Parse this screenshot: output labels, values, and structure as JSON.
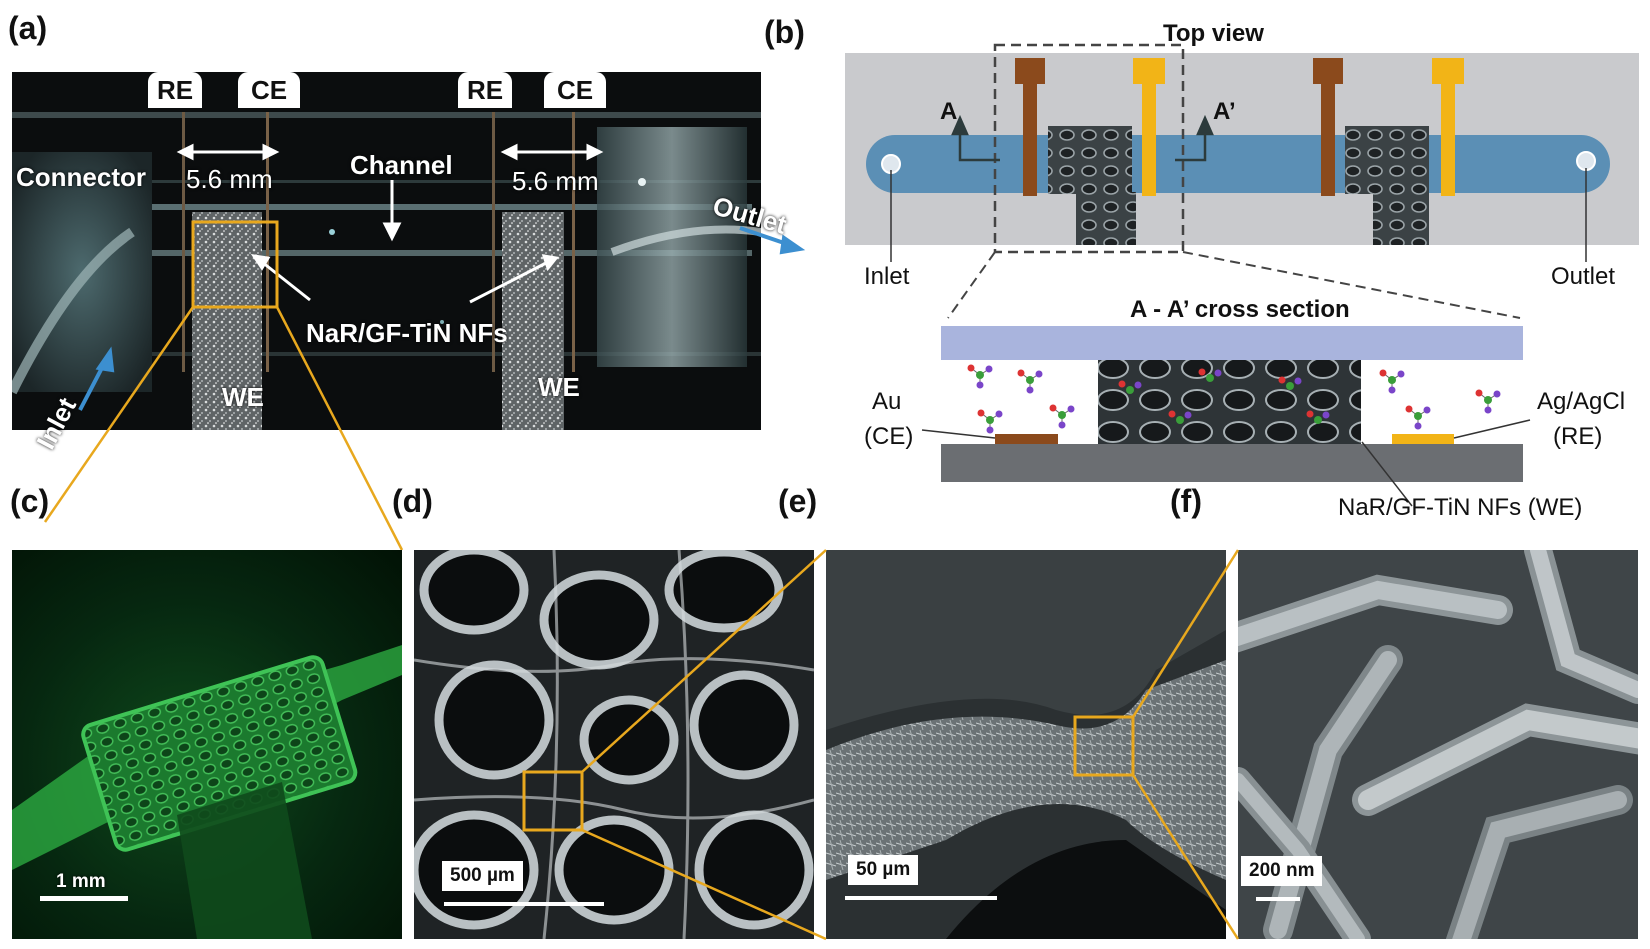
{
  "panels": {
    "a": "(a)",
    "b": "(b)",
    "c": "(c)",
    "d": "(d)",
    "e": "(e)",
    "f": "(f)"
  },
  "panel_a": {
    "re1": "RE",
    "ce1": "CE",
    "re2": "RE",
    "ce2": "CE",
    "connector": "Connector",
    "channel": "Channel",
    "dist1": "5.6 mm",
    "dist2": "5.6 mm",
    "outlet": "Outlet",
    "inlet": "Inlet",
    "nanofibers": "NaR/GF-TiN NFs",
    "we1": "WE",
    "we2": "WE"
  },
  "panel_b": {
    "top_view": "Top view",
    "a_mark": "A",
    "a_prime": "A’",
    "inlet": "Inlet",
    "outlet": "Outlet",
    "cross_section": "A - A’ cross section",
    "au": "Au",
    "ce": "(CE)",
    "agcl": "Ag/AgCl",
    "re": "(RE)",
    "we_label": "NaR/GF-TiN NFs (WE)",
    "colors": {
      "channel": "#5b8fb5",
      "au_electrode": "#8b4a1c",
      "ag_electrode": "#f2b417",
      "cover": "#a9b4dd",
      "substrate": "#6b6e72",
      "chip": "#c9cacd"
    }
  },
  "scalebars": {
    "c": "1 mm",
    "d": "500 µm",
    "e": "50 µm",
    "f": "200 nm"
  },
  "zoom_color": "#e8a81e"
}
